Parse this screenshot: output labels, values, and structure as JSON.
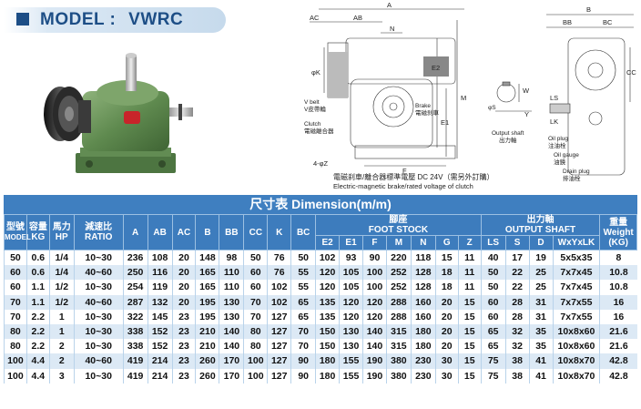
{
  "header": {
    "model_prefix": "MODEL :",
    "model_name": "VWRC"
  },
  "photo": {
    "description_icon": "gear-reducer-photo"
  },
  "drawing_main": {
    "labels": {
      "A": "A",
      "AC": "AC",
      "AB": "AB",
      "N": "N",
      "phiK": "φK",
      "E2": "E2",
      "M": "M",
      "E1": "E1",
      "F": "F",
      "holes": "4-φZ",
      "vbelt_en": "V belt",
      "vbelt_zh": "V皮帶輪",
      "clutch_en": "Clutch",
      "clutch_zh": "電磁離合器",
      "brake_en": "Brake",
      "brake_zh": "電磁刹車"
    },
    "note_zh": "電磁刹車/離合器標準電壓 DC 24V（需另外訂購）",
    "note_en": "Electric-magnetic brake/rated voltage of clutch"
  },
  "drawing_shaft": {
    "labels": {
      "LS": "LS",
      "W": "W",
      "Y": "Y",
      "D": "φS"
    },
    "caption_en": "Output shaft",
    "caption_zh": "出力軸"
  },
  "drawing_side": {
    "labels": {
      "B": "B",
      "BB": "BB",
      "BC": "BC",
      "LS": "LS",
      "LK": "LK",
      "CC": "CC",
      "oil_plug_en": "Oil plug",
      "oil_plug_zh": "注油栓",
      "oil_gauge_en": "Oil gauge",
      "oil_gauge_zh": "油鏡",
      "drain_plug_en": "Drain plug",
      "drain_plug_zh": "排油栓"
    }
  },
  "table": {
    "title": "尺寸表  Dimension(m/m)",
    "headers": {
      "model": [
        "型號",
        "MODEL"
      ],
      "kg": [
        "容量",
        "KG"
      ],
      "hp": [
        "馬力",
        "HP"
      ],
      "ratio": [
        "減速比",
        "RATIO"
      ],
      "A": "A",
      "AB": "AB",
      "AC": "AC",
      "B": "B",
      "BB": "BB",
      "CC": "CC",
      "K": "K",
      "BC": "BC",
      "foot": [
        "腳座",
        "FOOT STOCK"
      ],
      "foot_cols": [
        "E2",
        "E1",
        "F",
        "M",
        "N",
        "G",
        "Z"
      ],
      "shaft": [
        "出力軸",
        "OUTPUT SHAFT"
      ],
      "shaft_cols": [
        "LS",
        "S",
        "D",
        "WxYxLK"
      ],
      "weight": [
        "重量",
        "Weight",
        "(KG)"
      ]
    },
    "rows": [
      [
        "50",
        "0.6",
        "1/4",
        "10~30",
        "236",
        "108",
        "20",
        "148",
        "98",
        "50",
        "76",
        "50",
        "102",
        "93",
        "90",
        "220",
        "118",
        "15",
        "11",
        "40",
        "17",
        "19",
        "5x5x35",
        "8"
      ],
      [
        "60",
        "0.6",
        "1/4",
        "40~60",
        "250",
        "116",
        "20",
        "165",
        "110",
        "60",
        "76",
        "55",
        "120",
        "105",
        "100",
        "252",
        "128",
        "18",
        "11",
        "50",
        "22",
        "25",
        "7x7x45",
        "10.8"
      ],
      [
        "60",
        "1.1",
        "1/2",
        "10~30",
        "254",
        "119",
        "20",
        "165",
        "110",
        "60",
        "102",
        "55",
        "120",
        "105",
        "100",
        "252",
        "128",
        "18",
        "11",
        "50",
        "22",
        "25",
        "7x7x45",
        "10.8"
      ],
      [
        "70",
        "1.1",
        "1/2",
        "40~60",
        "287",
        "132",
        "20",
        "195",
        "130",
        "70",
        "102",
        "65",
        "135",
        "120",
        "120",
        "288",
        "160",
        "20",
        "15",
        "60",
        "28",
        "31",
        "7x7x55",
        "16"
      ],
      [
        "70",
        "2.2",
        "1",
        "10~30",
        "322",
        "145",
        "23",
        "195",
        "130",
        "70",
        "127",
        "65",
        "135",
        "120",
        "120",
        "288",
        "160",
        "20",
        "15",
        "60",
        "28",
        "31",
        "7x7x55",
        "16"
      ],
      [
        "80",
        "2.2",
        "1",
        "10~30",
        "338",
        "152",
        "23",
        "210",
        "140",
        "80",
        "127",
        "70",
        "150",
        "130",
        "140",
        "315",
        "180",
        "20",
        "15",
        "65",
        "32",
        "35",
        "10x8x60",
        "21.6"
      ],
      [
        "80",
        "2.2",
        "2",
        "10~30",
        "338",
        "152",
        "23",
        "210",
        "140",
        "80",
        "127",
        "70",
        "150",
        "130",
        "140",
        "315",
        "180",
        "20",
        "15",
        "65",
        "32",
        "35",
        "10x8x60",
        "21.6"
      ],
      [
        "100",
        "4.4",
        "2",
        "40~60",
        "419",
        "214",
        "23",
        "260",
        "170",
        "100",
        "127",
        "90",
        "180",
        "155",
        "190",
        "380",
        "230",
        "30",
        "15",
        "75",
        "38",
        "41",
        "10x8x70",
        "42.8"
      ],
      [
        "100",
        "4.4",
        "3",
        "10~30",
        "419",
        "214",
        "23",
        "260",
        "170",
        "100",
        "127",
        "90",
        "180",
        "155",
        "190",
        "380",
        "230",
        "30",
        "15",
        "75",
        "38",
        "41",
        "10x8x70",
        "42.8"
      ]
    ]
  },
  "colors": {
    "header_blue": "#1d4e86",
    "table_header": "#3d7cbd",
    "row_alt": "#dce9f5",
    "body_green": "#5f8a4f"
  }
}
